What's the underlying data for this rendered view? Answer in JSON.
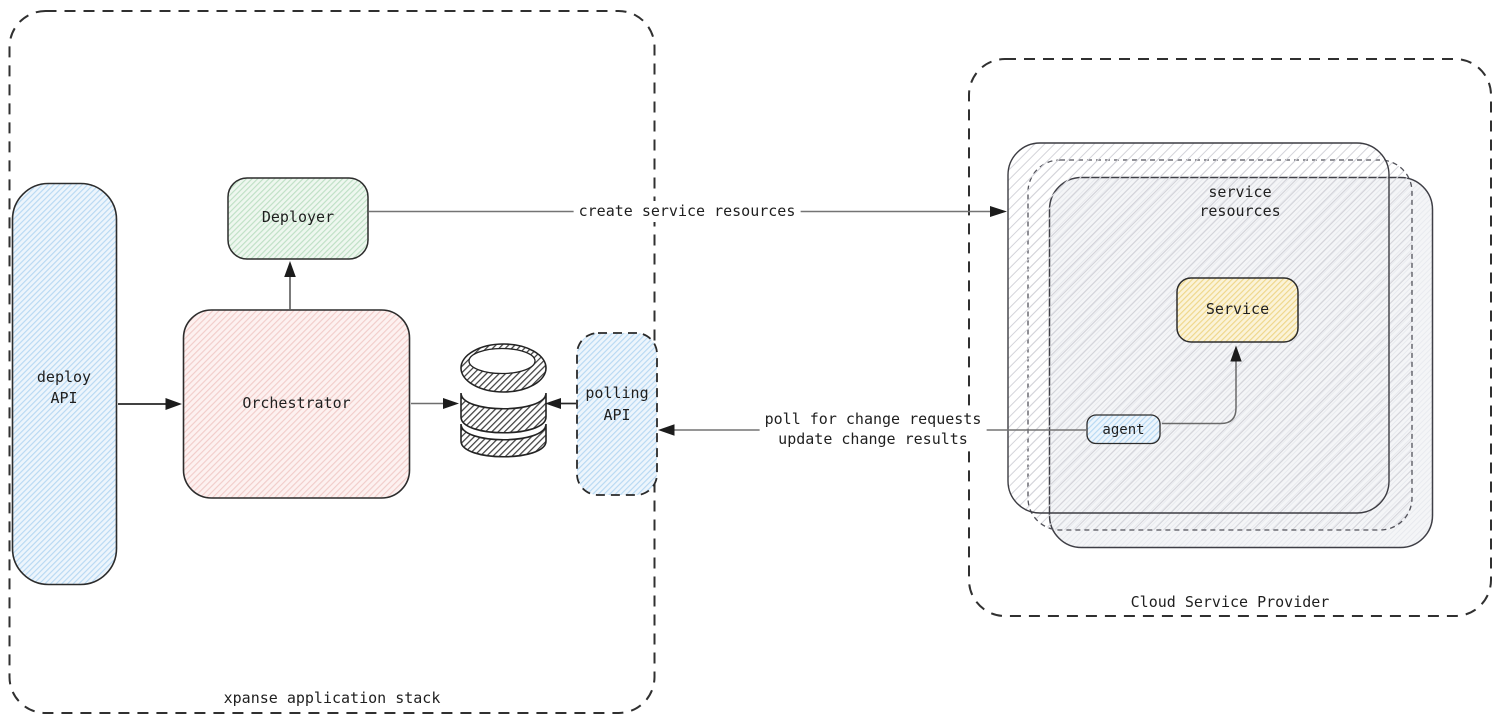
{
  "diagram": {
    "left_container": {
      "label": "xpanse application stack"
    },
    "right_container": {
      "label": "Cloud Service Provider"
    },
    "nodes": {
      "deploy_api": {
        "line1": "deploy",
        "line2": "API"
      },
      "deployer": {
        "label": "Deployer"
      },
      "orchestrator": {
        "label": "Orchestrator"
      },
      "database": {
        "icon": "database-cylinder-icon"
      },
      "polling_api": {
        "line1": "polling",
        "line2": "API"
      },
      "service_resources": {
        "line1": "service",
        "line2": "resources"
      },
      "service": {
        "label": "Service"
      },
      "agent": {
        "label": "agent"
      }
    },
    "edges": {
      "create_service_resources": {
        "label": "create service resources",
        "from": "deployer",
        "to": "service_resources"
      },
      "poll_for_changes": {
        "line1": "poll for change requests",
        "line2": "update change results",
        "from": "agent",
        "to": "polling_api"
      },
      "deploy_to_orchestrator": {
        "from": "deploy_api",
        "to": "orchestrator"
      },
      "orchestrator_to_deployer": {
        "from": "orchestrator",
        "to": "deployer"
      },
      "orchestrator_to_database": {
        "from": "orchestrator",
        "to": "database"
      },
      "polling_to_database": {
        "from": "polling_api",
        "to": "database"
      },
      "agent_to_service": {
        "from": "agent",
        "to": "service"
      }
    },
    "colors": {
      "node_blue_fill": "#edf5fc",
      "node_blue_hatch": "#b5d7f2",
      "node_green_fill": "#eef7ef",
      "node_green_hatch": "#bcdfc3",
      "node_pink_fill": "#fdf1f0",
      "node_pink_hatch": "#f1cbc8",
      "node_yellow_fill": "#fbf3d8",
      "node_yellow_hatch": "#eed586",
      "stack_front_fill": "#f4f5f7",
      "stroke": "#2c2c2c",
      "arrow_gray": "#747474",
      "text": "#1f1f1f"
    }
  }
}
